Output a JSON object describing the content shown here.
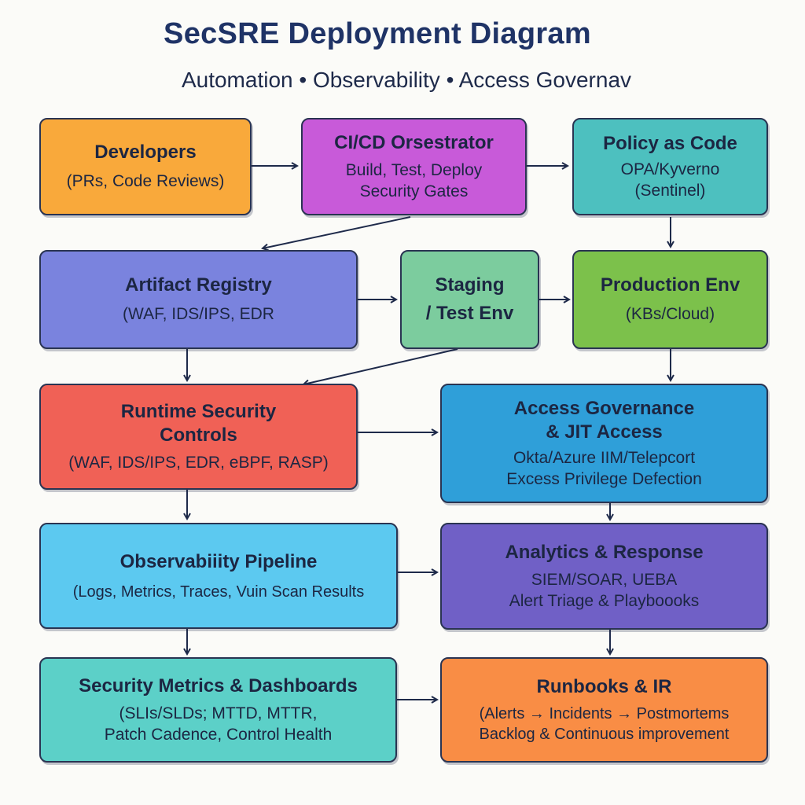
{
  "header": {
    "title": "SecSRE Deployment Diagram",
    "subtitle": "Automation • Observability • Access Governav"
  },
  "colors": {
    "developers": "#f9a93b",
    "cicd": "#c85ad9",
    "policy": "#4dc0bf",
    "artifact": "#7a83de",
    "staging": "#7ccc9e",
    "production": "#7cc14b",
    "runtime": "#f06156",
    "access": "#2f9fd9",
    "observability": "#5cc9f0",
    "analytics": "#7060c6",
    "metrics": "#5cd0c8",
    "runbooks": "#f98d45",
    "arrow": "#1e2a4a"
  },
  "nodes": {
    "developers": {
      "title": "Developers",
      "line1": "(PRs, Code Reviews)"
    },
    "cicd": {
      "title": "CI/CD Orsestrator",
      "line1": "Build, Test, Deploy",
      "line2": "Security Gates"
    },
    "policy": {
      "title": "Policy as Code",
      "line1": "OPA/Kyverno",
      "line2": "(Sentinel)"
    },
    "artifact": {
      "title": "Artifact Registry",
      "line1": "(WAF, IDS/IPS, EDR"
    },
    "staging": {
      "title": "Staging",
      "title2": "/ Test Env"
    },
    "production": {
      "title": "Production Env",
      "line1": "(KBs/Cloud)"
    },
    "runtime": {
      "title": "Runtime Security",
      "title2": "Controls",
      "line1": "(WAF, IDS/IPS, EDR, eBPF, RASP)"
    },
    "access": {
      "title": "Access Governance",
      "title2": "& JIT Access",
      "line1": "Okta/Azure IIM/Telepcort",
      "line2": "Excess Privilege Defection"
    },
    "observability": {
      "title": "Observabiiity Pipeline",
      "line1": "(Logs, Metrics, Traces, Vuin Scan Results"
    },
    "analytics": {
      "title": "Analytics & Response",
      "line1": "SIEM/SOAR, UEBA",
      "line2": "Alert Triage & Playboooks"
    },
    "metrics": {
      "title": "Security Metrics & Dashboards",
      "line1": "(SLIs/SLDs; MTTD, MTTR,",
      "line2": "Patch Cadence, Control Health"
    },
    "runbooks": {
      "title": "Runbooks & IR",
      "line1": "(Alerts → Incidents → Postmortems",
      "line2": "Backlog & Continuous improvement"
    }
  }
}
